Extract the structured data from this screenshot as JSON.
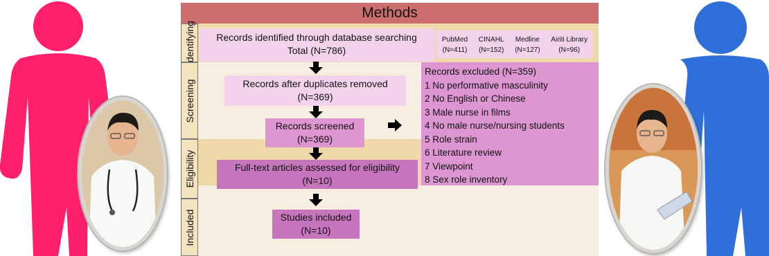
{
  "title": "Methods",
  "stages": [
    "Identifying",
    "Screening",
    "Eligibility",
    "Included"
  ],
  "identified": {
    "line1": "Records identified through database searching",
    "line2": "Total (N=786)"
  },
  "databases": [
    {
      "name": "PubMed",
      "n": "(N=411)"
    },
    {
      "name": "CINAHL",
      "n": "(N=152)"
    },
    {
      "name": "Medline",
      "n": "(N=127)"
    },
    {
      "name": "Airiti Library",
      "n": "(N=96)"
    }
  ],
  "after_duplicates": {
    "line1": "Records after duplicates removed",
    "line2": "(N=369)"
  },
  "screened": {
    "line1": "Records screened",
    "line2": "(N=369)"
  },
  "eligibility": {
    "line1": "Full-text articles assessed for eligibility",
    "line2": "(N=10)"
  },
  "included": {
    "line1": "Studies included",
    "line2": "(N=10)"
  },
  "excluded": {
    "heading": "Records excluded (N=359)",
    "items": [
      "1 No performative masculinity",
      "2 No English or Chinese",
      "3 Male nurse in films",
      "4 No male nurse/nursing students",
      "5 Role strain",
      "6 Literature review",
      "7 Viewpoint",
      "8 Sex role inventory"
    ]
  },
  "colors": {
    "pink_figure": "#ff1f6b",
    "blue_figure": "#2f6fd9",
    "title_bar": "#cd6e6e",
    "box_light": "#f3d3ec",
    "box_mid": "#dd96d1",
    "box_dark": "#c776bd"
  }
}
